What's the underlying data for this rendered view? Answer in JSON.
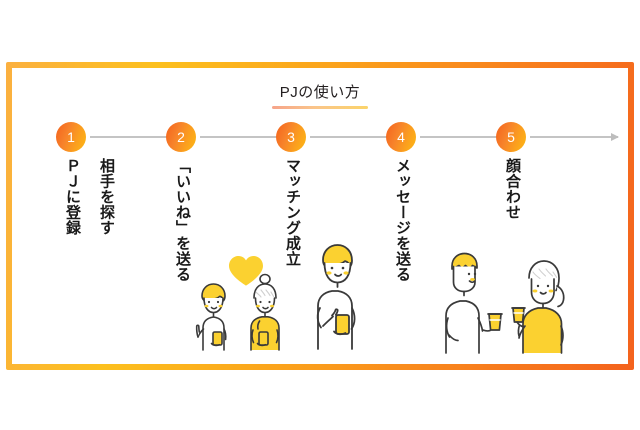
{
  "graphic": {
    "title": "PJの使い方",
    "frame_gradient_from": "#fcc01e",
    "frame_gradient_to": "#f4621d",
    "underline_gradient_from": "#f6a48a",
    "underline_gradient_to": "#fbd46a",
    "circle_gradient_from": "#f4621d",
    "circle_gradient_to": "#fdb913",
    "arrow_color": "#c4c4c4",
    "accent_yellow": "#fbd130"
  },
  "steps": [
    {
      "number": "1",
      "label": "ＰＪに登録"
    },
    {
      "number": "2",
      "label": "「いいね」を送る"
    },
    {
      "number": "3",
      "label": "マッチング成立"
    },
    {
      "number": "4",
      "label": "メッセージを送る"
    },
    {
      "number": "5",
      "label": "顔合わせ"
    }
  ],
  "aside": {
    "search_label": "相手を探す"
  },
  "illustrations": [
    {
      "name": "couple-with-heart",
      "caption_step": "2"
    },
    {
      "name": "man-with-phone",
      "caption_step": "3"
    },
    {
      "name": "couple-with-drinks",
      "caption_step": "5"
    }
  ]
}
